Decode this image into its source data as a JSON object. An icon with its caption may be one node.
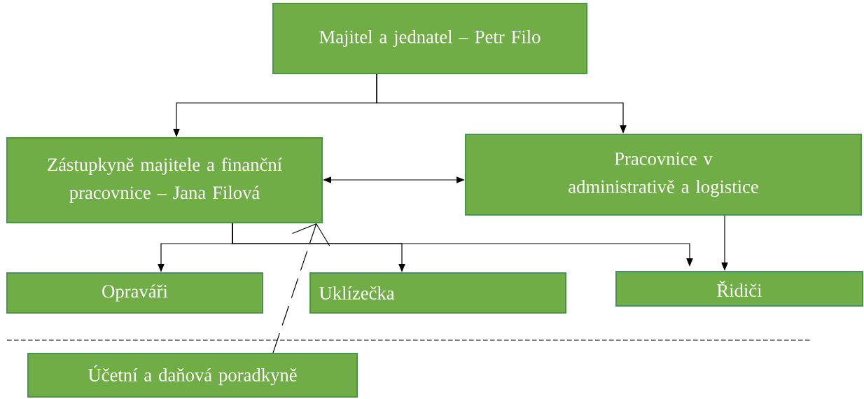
{
  "diagram": {
    "nodes": [
      {
        "text": [
          "Majitel a jednatel – Petr Filo"
        ]
      },
      {
        "text": [
          "Zástupkyně majitele a finanční pracovnice – Jana Filová"
        ]
      },
      {
        "text": [
          "Pracovnice v administrativě a logistice"
        ]
      },
      {
        "text": [
          "Opraváři"
        ]
      },
      {
        "text": [
          "Uklízečka"
        ]
      },
      {
        "text": [
          "Řidiči"
        ]
      },
      {
        "text": [
          "Účetní a daňová poradkyně"
        ]
      }
    ],
    "edges": [
      {
        "from": 0,
        "to": 1,
        "arrow": "to"
      },
      {
        "from": 0,
        "to": 2,
        "arrow": "to"
      },
      {
        "from": 1,
        "to": 2,
        "arrow": "both"
      },
      {
        "from": 1,
        "to": 3,
        "arrow": "to"
      },
      {
        "from": 1,
        "to": 4,
        "arrow": "to"
      },
      {
        "from": 1,
        "to": 5,
        "arrow": "to"
      },
      {
        "from": 2,
        "to": 5,
        "arrow": "to"
      },
      {
        "from": 6,
        "to": 1,
        "arrow": "to",
        "style": "dashed"
      }
    ]
  }
}
